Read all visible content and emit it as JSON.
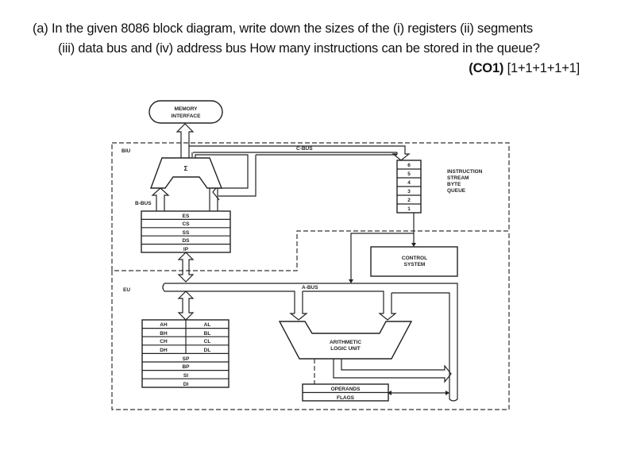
{
  "question": {
    "line1": "(a)  In the given 8086 block diagram, write down the sizes of the (i) registers (ii) segments",
    "line2": "(iii) data bus and  (iv) address bus  How many instructions can be stored in the queue?",
    "course_outcome": "(CO1)",
    "marks": " [1+1+1+1+1]"
  },
  "diagram": {
    "title": "8086 block diagram",
    "memory_interface": [
      "MEMORY",
      "INTERFACE"
    ],
    "biu_label": "BIU",
    "eu_label": "EU",
    "c_bus_label": "C-BUS",
    "b_bus_label": "B-BUS",
    "a_bus_label": "A-BUS",
    "adder_symbol": "Σ",
    "queue": {
      "cells": [
        "6",
        "5",
        "4",
        "3",
        "2",
        "1"
      ],
      "label": [
        "INSTRUCTION",
        "STREAM",
        "BYTE",
        "QUEUE"
      ]
    },
    "segment_registers": [
      "ES",
      "CS",
      "SS",
      "DS",
      "IP"
    ],
    "control_system": [
      "CONTROL",
      "SYSTEM"
    ],
    "general_registers": {
      "high": [
        "AH",
        "BH",
        "CH",
        "DH"
      ],
      "low": [
        "AL",
        "BL",
        "CL",
        "DL"
      ],
      "pointer_index": [
        "SP",
        "BP",
        "SI",
        "DI"
      ]
    },
    "alu": [
      "ARITHMETIC",
      "LOGIC UNIT"
    ],
    "operands_flags": [
      "OPERANDS",
      "FLAGS"
    ]
  }
}
